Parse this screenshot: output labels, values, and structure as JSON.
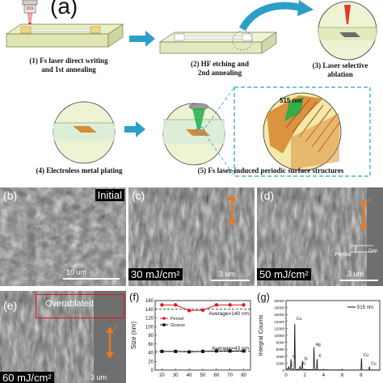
{
  "panel_a": {
    "label": "(a)",
    "laser_badge": "20X",
    "steps": [
      {
        "caption_line1": "(1) Fs laser direct writing",
        "caption_line2": "and 1st annealing"
      },
      {
        "caption_line1": "(2) HF etching and",
        "caption_line2": "2nd annealing"
      },
      {
        "caption_line1": "(3) Laser selective",
        "caption_line2": "ablation"
      },
      {
        "caption_line1": "(4) Electroless metal plating",
        "caption_line2": ""
      },
      {
        "caption_line1": "(5) Fs laser-induced periodic surface structures",
        "caption_line2": ""
      }
    ],
    "zoom_wavelength": "515 nm"
  },
  "panel_b": {
    "label": "(b)",
    "tag": "Initial",
    "scalebar": "10 um"
  },
  "panel_c": {
    "label": "(c)",
    "fluence": "30 mJ/cm²",
    "scalebar": "3 um",
    "e_label": "E"
  },
  "panel_d": {
    "label": "(d)",
    "fluence": "50 mJ/cm²",
    "scalebar": "3 um",
    "e_label": "E",
    "period_label": "Period",
    "gap_label": "Gap"
  },
  "panel_e": {
    "label": "(e)",
    "tag": "Overablated",
    "fluence": "60 mJ/cm²",
    "scalebar": "3 um",
    "e_label": "E"
  },
  "panel_f": {
    "label": "(f)"
  },
  "panel_g": {
    "label": "(g)"
  },
  "colors": {
    "arrow": "#2aa0c8",
    "period_series": "#e0141e",
    "groove_series": "#111111",
    "spectrum": "#111111",
    "laser_green": "#22b04a",
    "metal_orange": "#d98a34",
    "e_arrow": "#e67a22"
  },
  "chart_data": [
    {
      "type": "line",
      "panel": "f",
      "xlabel": "",
      "ylabel": "Size (nm)",
      "x": [
        20,
        30,
        40,
        50,
        60,
        70,
        80
      ],
      "xlim": [
        15,
        85
      ],
      "ylim": [
        0,
        160
      ],
      "yticks": [
        0,
        20,
        40,
        60,
        80,
        100,
        120,
        140,
        160
      ],
      "series": [
        {
          "name": "Period",
          "values": [
            150,
            150,
            137,
            138,
            150,
            150,
            150
          ]
        },
        {
          "name": "Groove",
          "values": [
            43,
            43,
            42,
            43,
            44,
            44,
            44
          ]
        }
      ],
      "annotations": [
        "Average=140 nm",
        "Average=43 nm"
      ],
      "reference_lines": [
        140,
        43
      ],
      "legend": "top-left"
    },
    {
      "type": "line",
      "panel": "g",
      "xlabel": "",
      "ylabel": "Integral Counts",
      "xlim": [
        0,
        10
      ],
      "ylim": [
        0,
        20000
      ],
      "yticks": [
        0,
        2000,
        4000,
        6000,
        8000,
        10000,
        12000,
        14000,
        16000,
        18000,
        20000
      ],
      "xticks": [
        0,
        2,
        4,
        6,
        8
      ],
      "series": [
        {
          "name": "515 nm"
        }
      ],
      "peaks": [
        {
          "x": 0.28,
          "y": 800,
          "label": "C"
        },
        {
          "x": 0.53,
          "y": 3000,
          "label": "O"
        },
        {
          "x": 0.93,
          "y": 14000,
          "label": "Cu"
        },
        {
          "x": 1.49,
          "y": 1000,
          "label": "Al"
        },
        {
          "x": 1.74,
          "y": 2500,
          "label": "Si"
        },
        {
          "x": 2.98,
          "y": 6500,
          "label": "Ag"
        },
        {
          "x": 3.31,
          "y": 3200,
          "label": "K"
        },
        {
          "x": 8.05,
          "y": 3500,
          "label": "Cu"
        },
        {
          "x": 8.9,
          "y": 1000,
          "label": "Cu"
        }
      ],
      "legend": "top-right"
    }
  ]
}
